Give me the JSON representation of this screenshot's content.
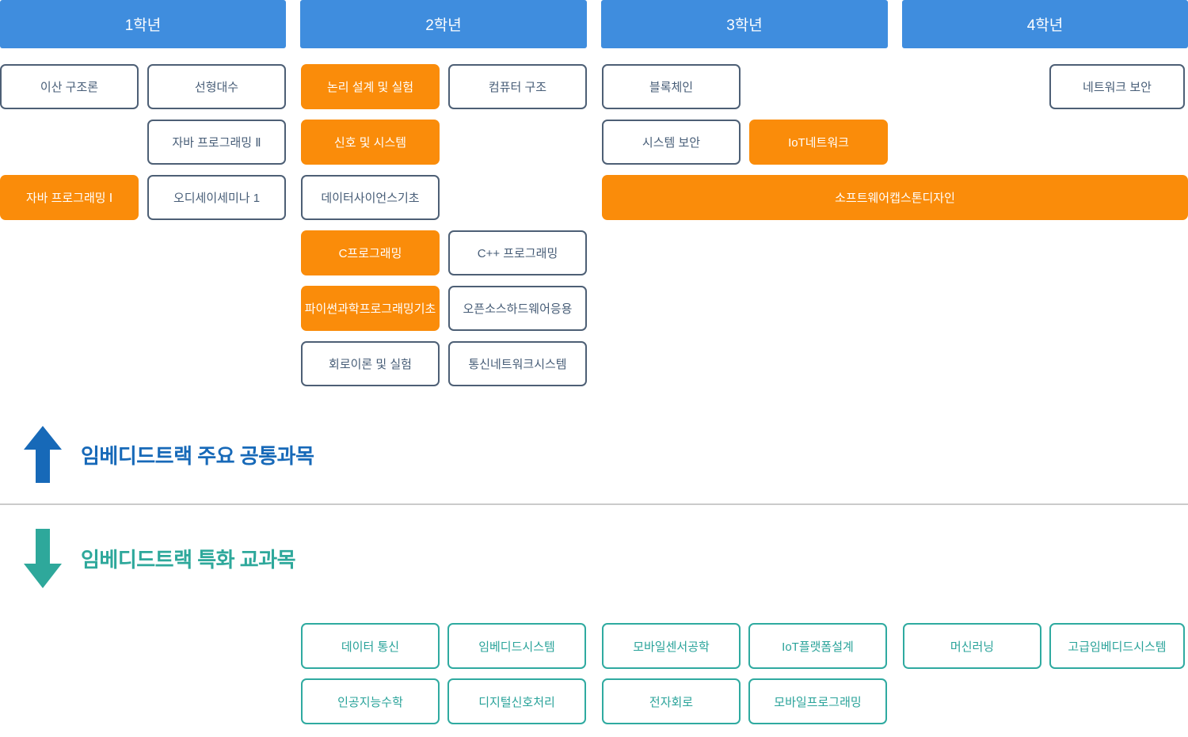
{
  "years": [
    "1학년",
    "2학년",
    "3학년",
    "4학년"
  ],
  "colors": {
    "year_header_blue": "#3f8dde",
    "track_highlight_orange": "#fa8c0a",
    "course_border_navy": "#4d5f75",
    "common_section_blue": "#1769b8",
    "special_section_teal": "#2ea89b"
  },
  "common_courses": [
    {
      "label": "이산 구조론",
      "variant": "white",
      "year": "1학년"
    },
    {
      "label": "선형대수",
      "variant": "white",
      "year": "1학년"
    },
    {
      "label": "자바 프로그래밍 Ⅱ",
      "variant": "white",
      "year": "1학년"
    },
    {
      "label": "자바 프로그래밍 Ⅰ",
      "variant": "orange",
      "year": "1학년"
    },
    {
      "label": "오디세이세미나 1",
      "variant": "white",
      "year": "1학년"
    },
    {
      "label": "논리 설계 및 실험",
      "variant": "orange",
      "year": "2학년"
    },
    {
      "label": "컴퓨터 구조",
      "variant": "white",
      "year": "2학년"
    },
    {
      "label": "신호 및 시스템",
      "variant": "orange",
      "year": "2학년"
    },
    {
      "label": "데이터사이언스기초",
      "variant": "white",
      "year": "2학년"
    },
    {
      "label": "C프로그래밍",
      "variant": "orange",
      "year": "2학년"
    },
    {
      "label": "C++ 프로그래밍",
      "variant": "white",
      "year": "2학년"
    },
    {
      "label": "파이썬과학프로그래밍기초",
      "variant": "orange",
      "year": "2학년"
    },
    {
      "label": "오픈소스하드웨어응용",
      "variant": "white",
      "year": "2학년"
    },
    {
      "label": "회로이론 및 실험",
      "variant": "white",
      "year": "2학년"
    },
    {
      "label": "통신네트워크시스템",
      "variant": "white",
      "year": "2학년"
    },
    {
      "label": "블록체인",
      "variant": "white",
      "year": "3학년"
    },
    {
      "label": "시스템 보안",
      "variant": "white",
      "year": "3학년"
    },
    {
      "label": "IoT네트워크",
      "variant": "orange",
      "year": "3학년"
    },
    {
      "label": "소프트웨어캡스톤디자인",
      "variant": "orange",
      "year": "3-4학년"
    },
    {
      "label": "네트워크 보안",
      "variant": "white",
      "year": "4학년"
    }
  ],
  "sections": {
    "common": {
      "title": "임베디드트랙 주요 공통과목"
    },
    "special": {
      "title": "임베디드트랙 특화 교과목"
    }
  },
  "special_courses": [
    {
      "label": "데이터 통신",
      "variant": "teal"
    },
    {
      "label": "임베디드시스템",
      "variant": "teal"
    },
    {
      "label": "모바일센서공학",
      "variant": "teal"
    },
    {
      "label": "IoT플랫폼설계",
      "variant": "teal"
    },
    {
      "label": "머신러닝",
      "variant": "teal"
    },
    {
      "label": "고급임베디드시스템",
      "variant": "teal"
    },
    {
      "label": "인공지능수학",
      "variant": "teal"
    },
    {
      "label": "디지털신호처리",
      "variant": "teal"
    },
    {
      "label": "전자회로",
      "variant": "teal"
    },
    {
      "label": "모바일프로그래밍",
      "variant": "teal"
    }
  ]
}
